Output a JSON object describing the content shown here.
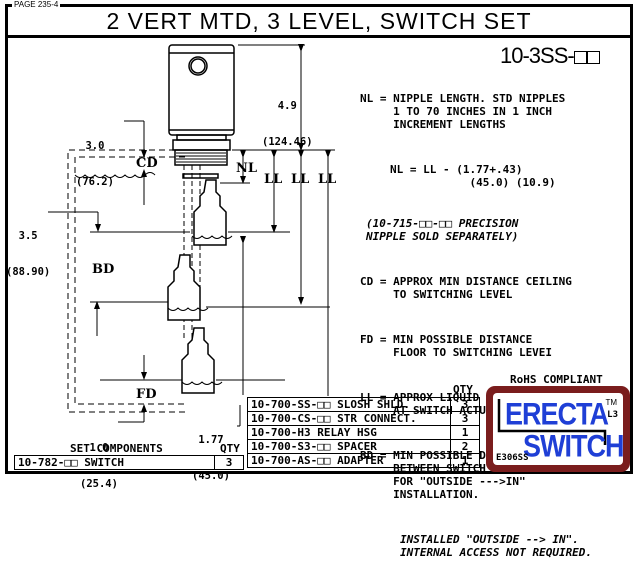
{
  "page": {
    "label": "PAGE 235-4"
  },
  "header": {
    "title": "2 VERT MTD, 3 LEVEL, SWITCH SET"
  },
  "part_number": {
    "prefix": "10-3SS-",
    "suffix_boxes": 2
  },
  "notes": {
    "nl": [
      "NL = NIPPLE LENGTH. STD NIPPLES",
      "     1 TO 70 INCHES IN 1 INCH",
      "     INCREMENT LENGTHS"
    ],
    "formula": [
      "NL = LL - (1.77+.43)",
      "            (45.0) (10.9)"
    ],
    "precision": [
      "(10-715-□□-□□ PRECISION",
      "NIPPLE SOLD SEPARATELY)"
    ],
    "cd": [
      "CD = APPROX MIN DISTANCE CEILING",
      "     TO SWITCHING LEVEL"
    ],
    "fd": [
      "FD = MIN POSSIBLE DISTANCE",
      "     FLOOR TO SWITCHING LEVEI"
    ],
    "ll": [
      "LL = APPROX LIQUID LEVEL",
      "     AT SWITCH ACTUATION"
    ],
    "bd": [
      "BD = MIN POSSIBLE DISTANCE",
      "     BETWEEN SWITCH LEVELS",
      "     FOR \"OUTSIDE --->IN\"",
      "     INSTALLATION."
    ],
    "installed": [
      "INSTALLED \"OUTSIDE --> IN\".",
      "INTERNAL ACCESS NOT REQUIRED."
    ]
  },
  "dimensions": {
    "housing_height": {
      "in": "4.9",
      "mm": "(124.46)"
    },
    "cd_dim": {
      "in": "3.0",
      "mm": "(76.2)"
    },
    "side_dim": {
      "in": "3.5",
      "mm": "(88.90)"
    },
    "floor_dim": {
      "in": "1.0",
      "mm": "(25.4)"
    },
    "bottom_dim": {
      "in": "1.77",
      "mm": "(45.0)"
    }
  },
  "labels": {
    "nl": "NL",
    "ll": "LL",
    "cd": "CD",
    "bd": "BD",
    "fd": "FD"
  },
  "set_components": {
    "header": "SET COMPONENTS",
    "qty_header": "QTY",
    "rows": [
      {
        "part": "10-782-□□ SWITCH",
        "qty": "3"
      }
    ]
  },
  "accessories": {
    "qty_header": "QTY",
    "rows": [
      {
        "part": "10-700-SS-□□ SLOSH SHLD.",
        "qty": "3"
      },
      {
        "part": "10-700-CS-□□ STR CONNECT.",
        "qty": "3"
      },
      {
        "part": "10-700-H3  RELAY HSG",
        "qty": "1"
      },
      {
        "part": "10-700-S3-□□ SPACER",
        "qty": "2"
      },
      {
        "part": "10-700-AS-□□ ADAPTER",
        "qty": "1"
      }
    ]
  },
  "logo": {
    "rohs": "RoHS COMPLIANT",
    "line1": "ERECTA",
    "line2": "SWITCH",
    "tm": "TM",
    "model": "L3",
    "code": "E306SS",
    "frame_color": "#7a1d1d",
    "text_color": "#1f3fd6"
  }
}
